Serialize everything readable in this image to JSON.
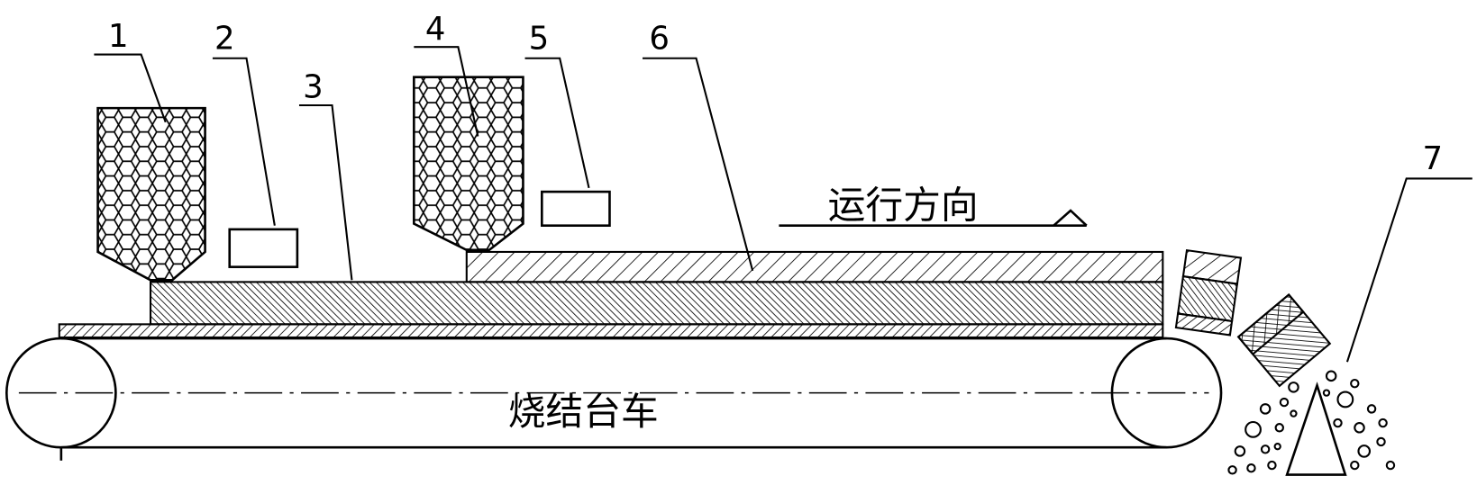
{
  "labels": {
    "l1": "1",
    "l2": "2",
    "l3": "3",
    "l4": "4",
    "l5": "5",
    "l6": "6",
    "l7": "7"
  },
  "direction_text": "运行方向",
  "trolley_text": "烧结台车",
  "colors": {
    "ink": "#000000",
    "background": "#ffffff"
  }
}
